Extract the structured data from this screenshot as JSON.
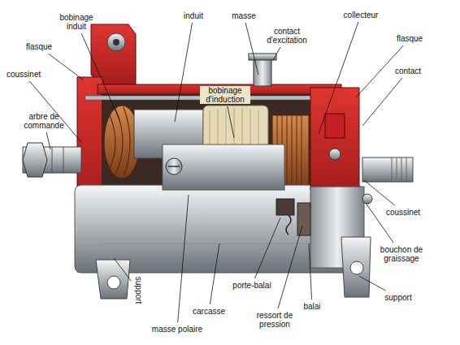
{
  "diagram": {
    "labels": [
      "bobinage induit",
      "induit",
      "masse",
      "collecteur",
      "flasque",
      "contact d'excitation",
      "bobinage d'induction",
      "flasque",
      "coussinet",
      "contact",
      "arbre de commande",
      "coussinet",
      "bouchon de graissage",
      "support",
      "support",
      "carcasse",
      "porte-balai",
      "ressort de pression",
      "balai",
      "masse polaire"
    ]
  }
}
